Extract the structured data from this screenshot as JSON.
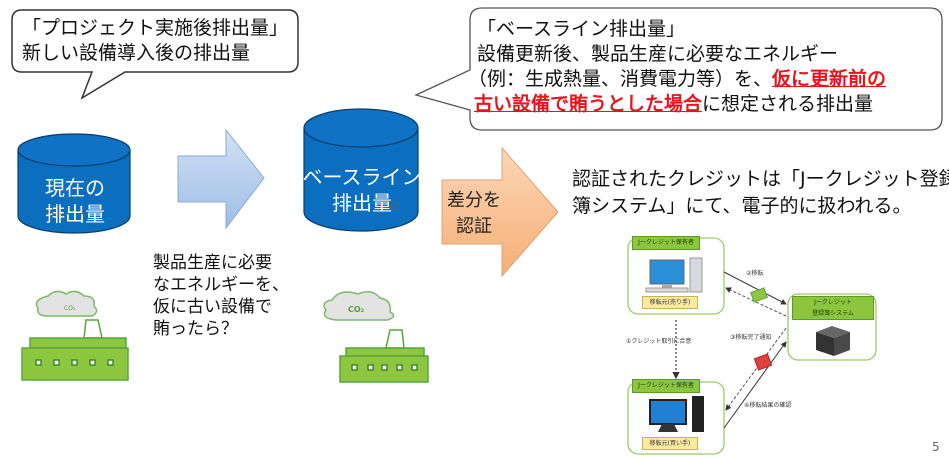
{
  "bubble_project": {
    "line1": "「プロジェクト実施後排出量」",
    "line2": "新しい設備導入後の排出量"
  },
  "bubble_baseline": {
    "line1": "「ベースライン排出量」",
    "line2": "設備更新後、製品生産に必要なエネルギー",
    "line3_plain": "（例：生成熱量、消費電力等）を、",
    "line3_red": "仮に更新前の",
    "line4_red": "古い設備で賄うとした場合",
    "line4_plain": "に想定される排出量"
  },
  "cylinder_current": {
    "line1": "現在の",
    "line2": "排出量",
    "color": "#0c6ebf"
  },
  "cylinder_baseline": {
    "line1": "ベースライン",
    "line2": "排出量",
    "color": "#0c6ebf"
  },
  "arrow_certify": {
    "line1": "差分を",
    "line2": "認証",
    "color": "#f8c39a"
  },
  "question_text": [
    "製品生産に必要",
    "なエネルギーを、",
    "仮に古い設備で",
    "賄ったら？"
  ],
  "factory_icons": {
    "cloud_label": "CO₂",
    "color": "#8dc641"
  },
  "jcredit_text": {
    "line1": "認証されたクレジットは「Jークレジット登録",
    "line2": "簿システム」にて、電子的に扱われる。"
  },
  "registry_diagram": {
    "seller_tag": "Jークレジット保有者",
    "seller_note": "移転元(売り手)",
    "buyer_tag": "Jークレジット保有者",
    "buyer_note": "移転元(買い手)",
    "system_tag_line1": "Jークレジット",
    "system_tag_line2": "登録簿システム",
    "step1": "①クレジット取引に合意",
    "step2": "②移転",
    "step3": "③移転完了通知",
    "step4": "④移転結果の確認"
  },
  "page_number": "5"
}
